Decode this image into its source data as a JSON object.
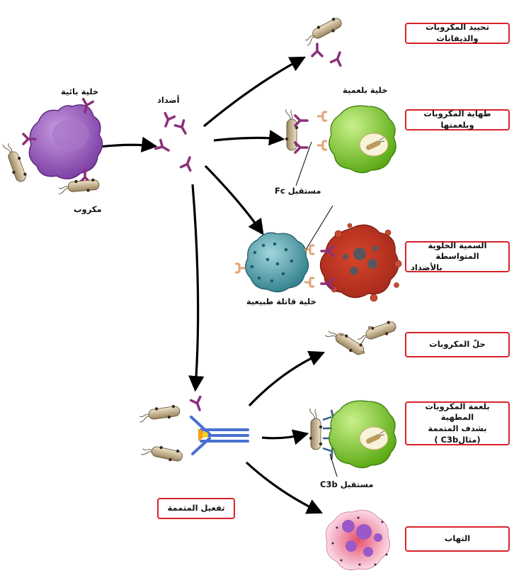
{
  "labels": {
    "plasma_cell": "خلية بائية",
    "microbe": "مكروب",
    "antibodies": "أضداد",
    "phagocyte": "خلية بلعمية",
    "fc_receptor": "مستقبل Fc",
    "nk_cell": "خلية قاتلة طبيعية",
    "c3b_receptor": "مستقبل C3b"
  },
  "boxes": {
    "neutralization": "تحييد المكروبات والذيفانات",
    "opsonization": "طهاية المكروبات وبلعمتها",
    "adcc_line1": "السمية الخلوية المتواسطة",
    "adcc_line2": "بالأضداد",
    "lysis": "حلّ المكروبات",
    "complement_phag_line1": "بلعمة المكروبات المطهية",
    "complement_phag_line2": "بشدف المتممة (مثالC3b )",
    "inflammation": "التهاب",
    "complement_activation": "تفعيل المتممة"
  },
  "colors": {
    "border_red": "#d8232a",
    "plasma_purple": "#8e4fb3",
    "antibody_purple": "#8b2f78",
    "phagocyte_green": "#78c81e",
    "nk_teal": "#3f94a0",
    "microbe_tan": "#d8c4a0",
    "target_red": "#b83a24",
    "mast_pink": "#f2b7c6"
  }
}
